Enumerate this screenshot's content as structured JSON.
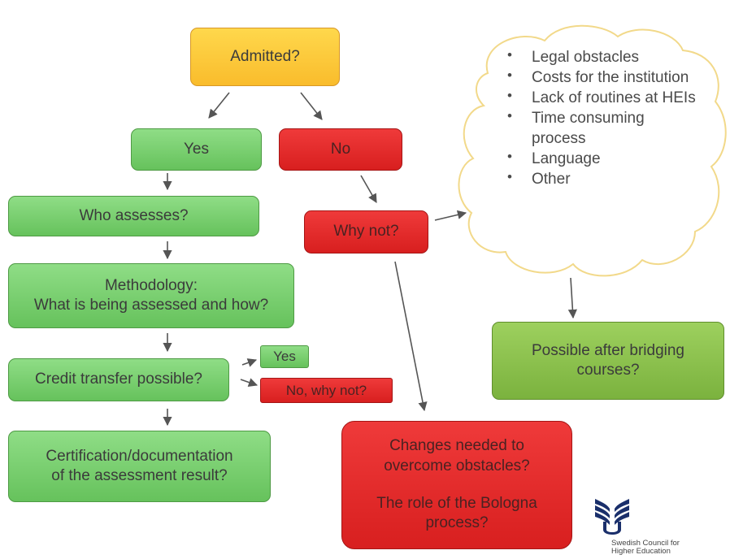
{
  "nodes": {
    "admitted": "Admitted?",
    "yes": "Yes",
    "no": "No",
    "who_assesses": "Who assesses?",
    "methodology_line1": "Methodology:",
    "methodology_line2": "What is being assessed and how?",
    "credit_transfer": "Credit transfer possible?",
    "credit_yes": "Yes",
    "credit_no": "No, why not?",
    "certification_line1": "Certification/documentation",
    "certification_line2": "of the assessment result?",
    "why_not": "Why not?",
    "bridging_line1": "Possible after bridging",
    "bridging_line2": "courses?",
    "changes_line1": "Changes needed to",
    "changes_line2": "overcome obstacles?",
    "bologna_line1": "The role of the Bologna",
    "bologna_line2": "process?"
  },
  "obstacles": [
    "Legal obstacles",
    "Costs for the institution",
    "Lack of routines at HEIs",
    "Time consuming process",
    "Language",
    "Other"
  ],
  "logo": {
    "line1": "Swedish Council for",
    "line2": "Higher Education"
  },
  "colors": {
    "green": "#7ccf71",
    "red": "#e32a2a",
    "orange": "#fcc93a",
    "olive": "#8cc24f",
    "arrow": "#555555"
  }
}
